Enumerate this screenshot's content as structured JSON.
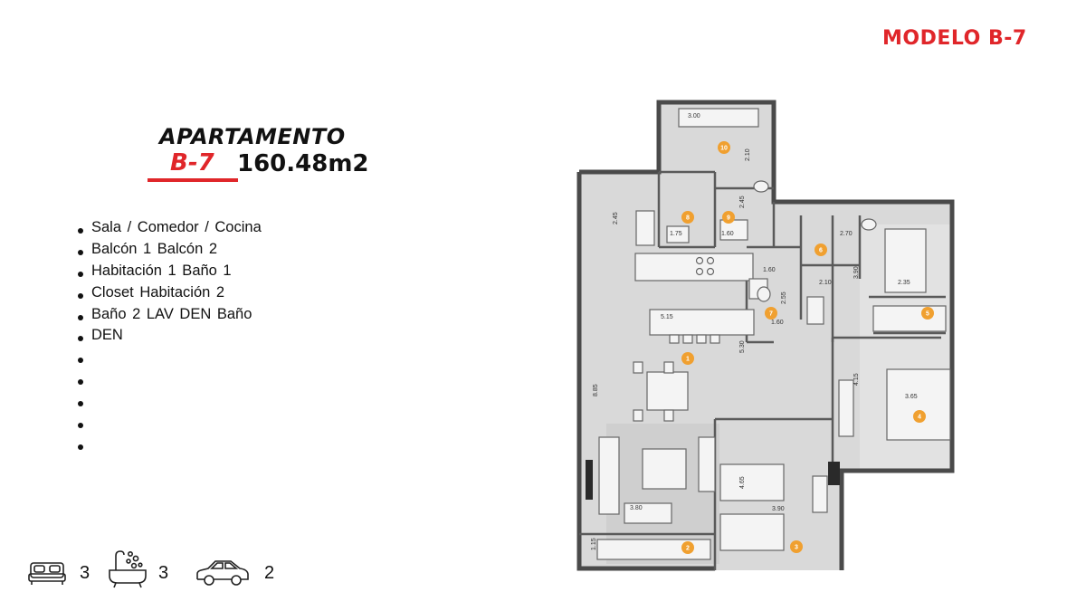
{
  "model_title": "MODELO B-7",
  "apartment": {
    "heading": "APARTAMENTO",
    "code": "B-7",
    "area": "160.48m2"
  },
  "features": [
    "Sala / Comedor / Cocina",
    "Balcón 1 Balcón 2",
    "Habitación 1 Baño 1",
    "Closet Habitación 2",
    "Baño 2 LAV DEN Baño",
    "DEN",
    "",
    "",
    "",
    "",
    ""
  ],
  "amenities": {
    "bedrooms": "3",
    "bathrooms": "3",
    "parking": "2"
  },
  "floor_plan": {
    "dimensions": [
      "3.00",
      "2.10",
      "2.45",
      "2.45",
      "1.75",
      "1.60",
      "2.70",
      "3.90",
      "1.60",
      "2.55",
      "2.10",
      "2.35",
      "5.15",
      "5.30",
      "8.85",
      "4.15",
      "3.65",
      "4.65",
      "3.90",
      "3.80",
      "1.15",
      "1.60"
    ],
    "room_markers": [
      "1",
      "2",
      "3",
      "4",
      "5",
      "6",
      "7",
      "8",
      "9",
      "10"
    ],
    "colors": {
      "wall": "#555555",
      "floor_fill": "#d6d6d6",
      "marker": "#f0a030",
      "accent": "#e0262a"
    }
  }
}
